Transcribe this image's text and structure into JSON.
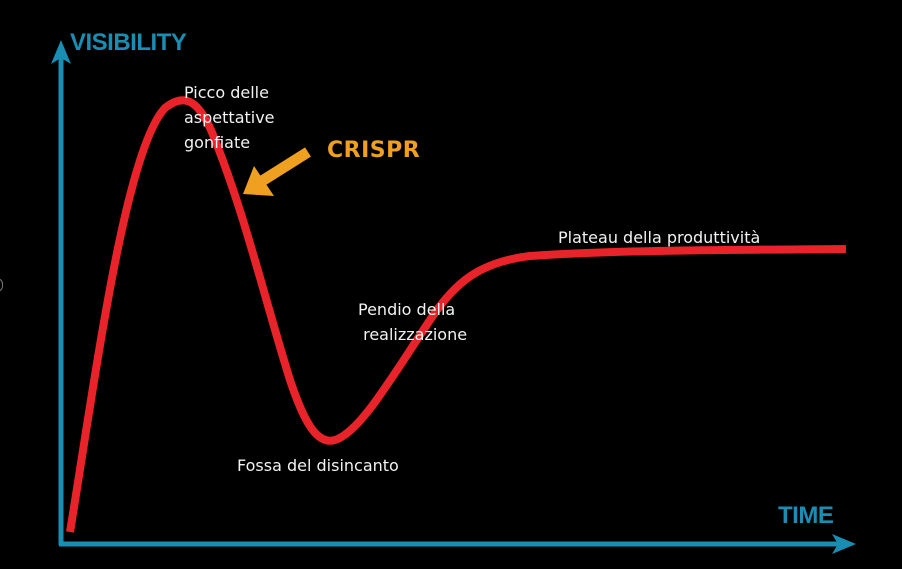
{
  "diagram": {
    "type": "hype-cycle",
    "y_axis_label": "VISIBILITY",
    "x_axis_label": "TIME",
    "phases": [
      {
        "label": "Picco delle\naspettative\ngonfiate"
      },
      {
        "label": "Fossa del disincanto"
      },
      {
        "label": "Pendio della\n realizzazione"
      },
      {
        "label": "Plateau della produttività"
      }
    ],
    "highlight": {
      "label": "CRISPR",
      "color": "#f0a020"
    },
    "colors": {
      "axis": "#1a8db3",
      "curve": "#e8232a",
      "text": "#f2f2f2",
      "background": "#000000"
    }
  }
}
